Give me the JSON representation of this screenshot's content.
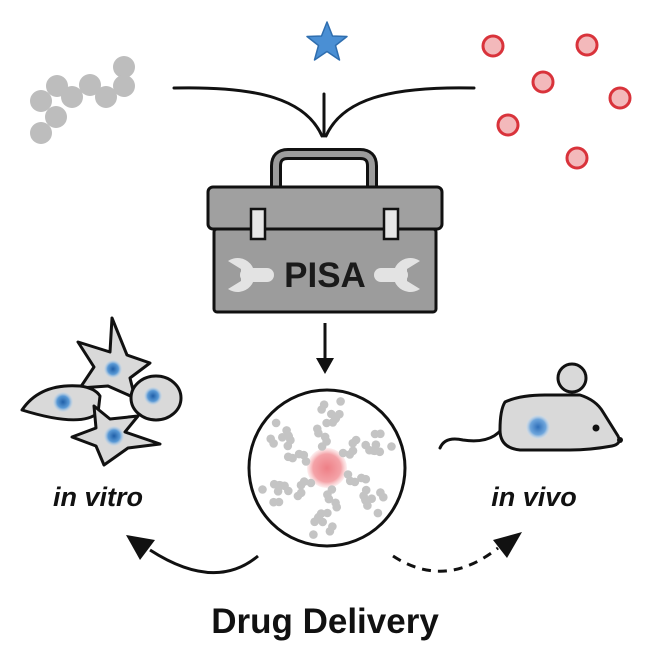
{
  "toolbox": {
    "label": "PISA"
  },
  "labels": {
    "left": "in vitro",
    "right": "in vivo",
    "bottom": "Drug Delivery"
  },
  "colors": {
    "star": "#4a8fd4",
    "red_particle": "#d9333b",
    "red_fill": "#f3b9bb",
    "toolbox_gray": "#9c9c9c",
    "cell_gray": "#d9d9d9",
    "nucleus_blue": "#3b7fc4",
    "core_red": "#f08f95"
  },
  "icons": [
    "star-icon",
    "polymer-chain-icon",
    "red-particles-icon",
    "toolbox-icon",
    "cells-icon",
    "micelle-icon",
    "mouse-icon"
  ]
}
